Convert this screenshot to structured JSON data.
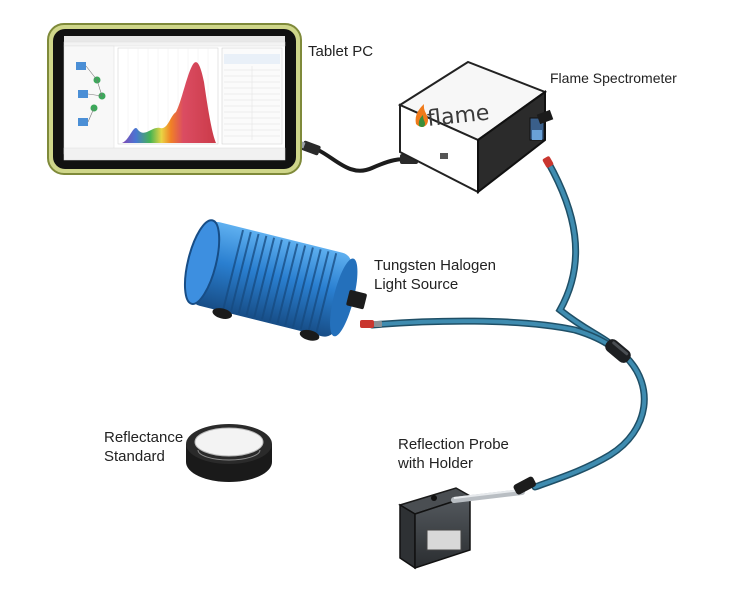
{
  "labels": {
    "tablet": "Tablet PC",
    "spectrometer": "Flame Spectrometer",
    "light_source_line1": "Tungsten Halogen",
    "light_source_line2": "Light Source",
    "reflectance_line1": "Reflectance",
    "reflectance_line2": "Standard",
    "probe_line1": "Reflection Probe",
    "probe_line2": "with Holder"
  },
  "brand": {
    "spectrometer_logo": "flame"
  },
  "colors": {
    "fiber": "#2b6f8e",
    "light_source_blue": "#2a7fd0",
    "tablet_frame": "#cfd68a",
    "spectrum_peak": "#d9435a",
    "enclosure": "#f4f4f4",
    "logo_orange": "#f07a1a"
  }
}
